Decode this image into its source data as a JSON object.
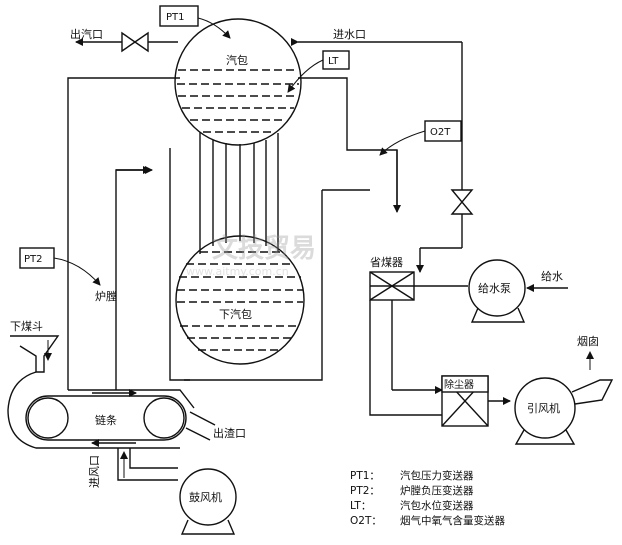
{
  "labels": {
    "pt1": "PT1",
    "lt": "LT",
    "o2t": "O2T",
    "pt2": "PT2",
    "steam_drum": "汽包",
    "lower_drum": "下汽包",
    "steam_outlet": "出汽口",
    "water_inlet": "进水口",
    "furnace": "炉膛",
    "coal_hopper": "下煤斗",
    "chain": "链条",
    "slag_outlet": "出渣口",
    "air_inlet": "进风口",
    "blower": "鼓风机",
    "economizer": "省煤器",
    "feed_pump": "给水泵",
    "feed_water": "给水",
    "dust_collector": "除尘器",
    "induced_fan": "引风机",
    "chimney": "烟囱"
  },
  "watermark": {
    "brand": "文技贸易",
    "url": "www.aitmy.com.cn"
  },
  "legend": [
    {
      "key": "PT1：",
      "desc": "汽包压力变送器"
    },
    {
      "key": "PT2：",
      "desc": "炉膛负压变送器"
    },
    {
      "key": "LT：",
      "desc": "汽包水位变送器"
    },
    {
      "key": "O2T：",
      "desc": "烟气中氧气含量变送器"
    }
  ]
}
